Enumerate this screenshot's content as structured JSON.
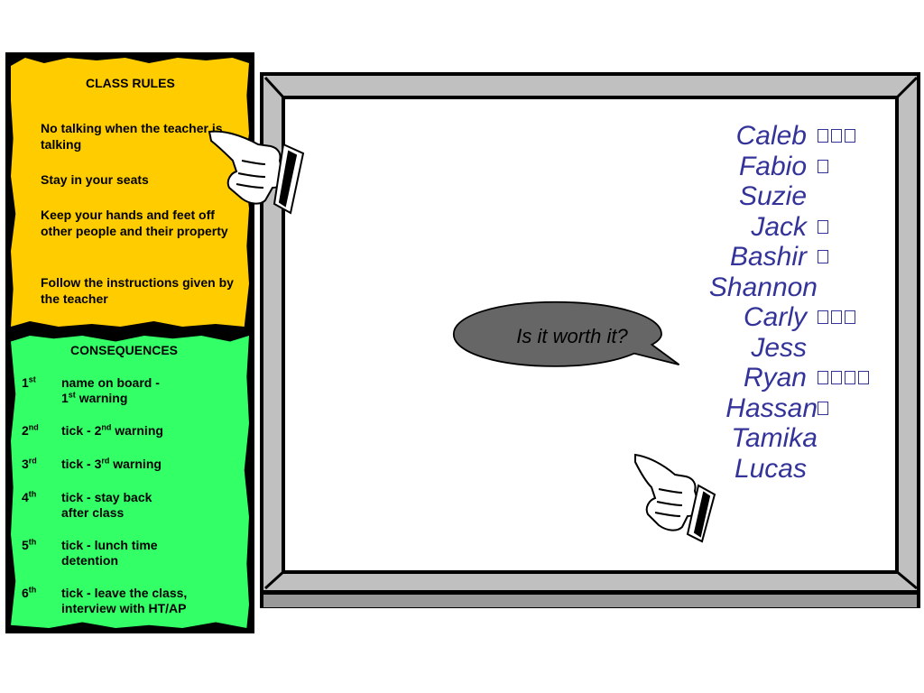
{
  "rules": {
    "title": "CLASS RULES",
    "items": [
      "No talking when the teacher is talking",
      "Stay in your seats",
      "Keep your hands and feet off other people and their property",
      "Follow the instructions given by the teacher"
    ]
  },
  "consequences": {
    "title": "CONSEQUENCES",
    "items": [
      {
        "num": "1",
        "suffix": "st",
        "pre": "name on board -",
        "post_num": "1",
        "post_suffix": "st",
        "post": " warning"
      },
      {
        "num": "2",
        "suffix": "nd",
        "text": "tick - 2",
        "text_suffix": "nd",
        "text_post": " warning"
      },
      {
        "num": "3",
        "suffix": "rd",
        "text": "tick - 3",
        "text_suffix": "rd",
        "text_post": " warning"
      },
      {
        "num": "4",
        "suffix": "th",
        "text": "tick - stay back after class"
      },
      {
        "num": "5",
        "suffix": "th",
        "text": "tick - lunch time detention"
      },
      {
        "num": "6",
        "suffix": "th",
        "text": "tick - leave the class, interview with HT/AP"
      }
    ]
  },
  "board": {
    "names": [
      "Caleb",
      "Fabio",
      "Suzie",
      "Jack",
      "Bashir",
      "Shannon",
      "Carly",
      "Jess",
      "Ryan",
      "Hassan",
      "Tamika",
      "Lucas"
    ],
    "ticks": [
      3,
      1,
      0,
      1,
      1,
      0,
      3,
      0,
      4,
      1,
      0,
      0
    ],
    "bubble_text": "Is it worth it?",
    "name_color": "#333399"
  },
  "colors": {
    "rules_bg": "#ffcc00",
    "consequences_bg": "#33ff66"
  }
}
